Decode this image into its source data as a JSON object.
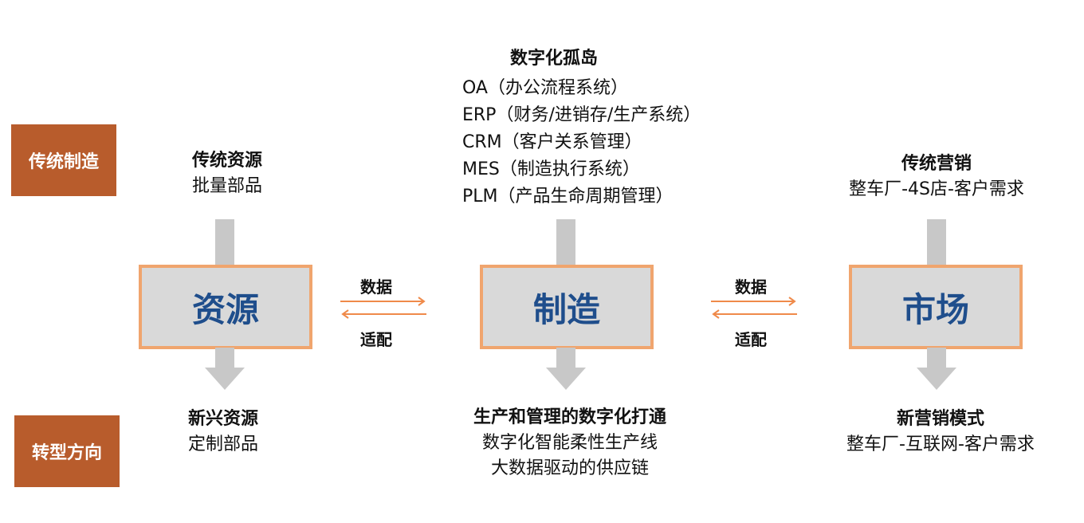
{
  "tags": {
    "traditional": "传统制造",
    "transition": "转型方向"
  },
  "resource": {
    "top_title": "传统资源",
    "top_sub": "批量部品",
    "box": "资源",
    "bottom_title": "新兴资源",
    "bottom_sub": "定制部品"
  },
  "manufacturing": {
    "top_title": "数字化孤岛",
    "systems": [
      "OA（办公流程系统）",
      "ERP（财务/进销存/生产系统）",
      "CRM（客户关系管理）",
      "MES（制造执行系统）",
      "PLM（产品生命周期管理）"
    ],
    "box": "制造",
    "bottom_title": "生产和管理的数字化打通",
    "bottom_lines": [
      "数字化智能柔性生产线",
      "大数据驱动的供应链"
    ]
  },
  "market": {
    "top_title": "传统营销",
    "top_sub": "整车厂-4S店-客户需求",
    "box": "市场",
    "bottom_title": "新营销模式",
    "bottom_sub": "整车厂-互联网-客户需求"
  },
  "links": [
    {
      "top": "数据",
      "bottom": "适配"
    },
    {
      "top": "数据",
      "bottom": "适配"
    }
  ],
  "colors": {
    "tag_bg": "#b85c2c",
    "box_border": "#f0a56e",
    "box_text": "#1f4e8c",
    "arrow_gray": "#c8c8c8",
    "link_orange": "#ef8a4a"
  }
}
